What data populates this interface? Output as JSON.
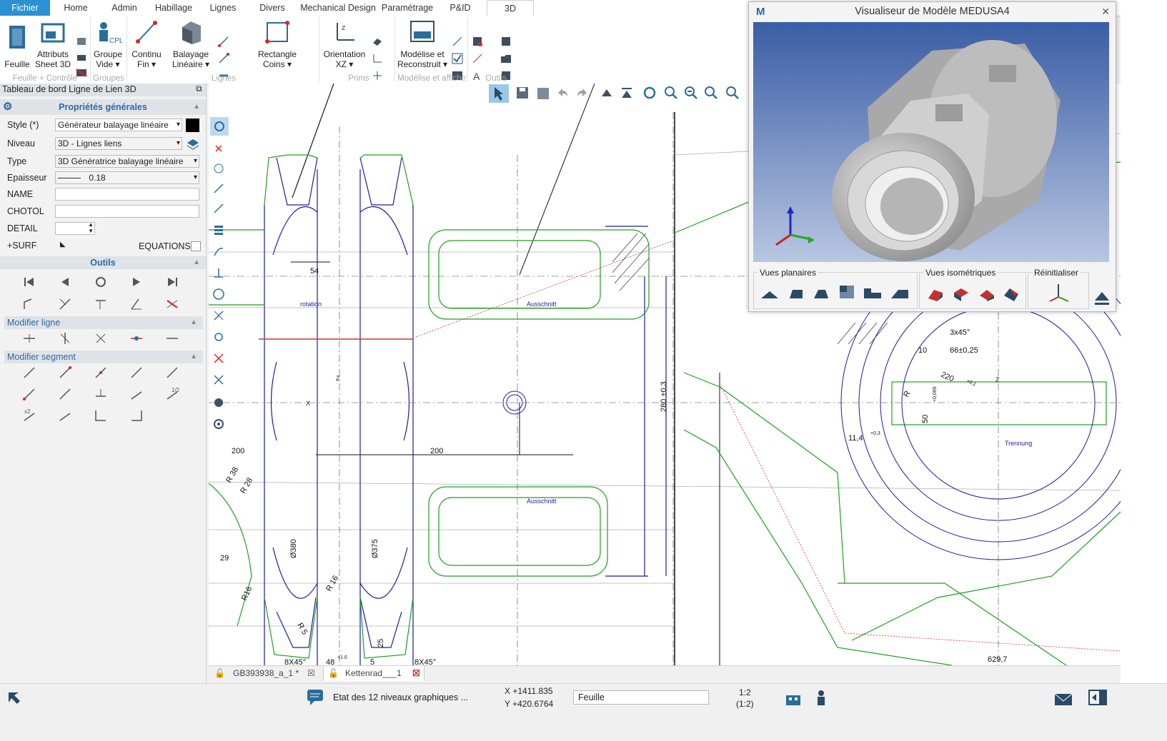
{
  "tabs": [
    {
      "label": "Fichier"
    },
    {
      "label": "Home"
    },
    {
      "label": "Admin"
    },
    {
      "label": "Habillage"
    },
    {
      "label": "Lignes"
    },
    {
      "label": "Divers"
    },
    {
      "label": "Mechanical Design"
    },
    {
      "label": "Paramétrage"
    },
    {
      "label": "P&ID"
    },
    {
      "label": "3D"
    }
  ],
  "ribbon": {
    "feuille": "Feuille",
    "attributs_l1": "Attributs",
    "attributs_l2": "Sheet 3D",
    "groupe_l1": "Groupe",
    "groupe_l2": "Vide ▾",
    "continu_l1": "Continu",
    "continu_l2": "Fin ▾",
    "balayage_l1": "Balayage",
    "balayage_l2": "Linéaire ▾",
    "rectangle_l1": "Rectangle",
    "rectangle_l2": "Coins ▾",
    "orientation_l1": "Orientation",
    "orientation_l2": "XZ ▾",
    "modelise_l1": "Modélise et",
    "modelise_l2": "Reconstruit ▾",
    "cpl": "CPL",
    "groups": {
      "feuille_controle": "Feuille + Contrôle",
      "groupes": "Groupes",
      "lignes": "Lignes",
      "prims": "Prims",
      "modelise_affiche": "Modélise et affiche",
      "outils": "Outils"
    }
  },
  "panel": {
    "title": "Tableau de bord Ligne de Lien 3D",
    "general_header": "Propriétés générales",
    "style_label": "Style (*)",
    "style_value": "Générateur balayage linéaire",
    "niveau_label": "Niveau",
    "niveau_value": "3D - Lignes liens",
    "type_label": "Type",
    "type_value": "3D Génératrice balayage linéaire",
    "epaisseur_label": "Epaisseur",
    "epaisseur_value": "0.18",
    "name_label": "NAME",
    "name_value": "",
    "chotol_label": "CHOTOL",
    "chotol_value": "",
    "detail_label": "DETAIL",
    "detail_value": "",
    "surf_label": "+SURF",
    "equations_label": "EQUATIONS",
    "outils_header": "Outils",
    "modifier_ligne": "Modifier ligne",
    "modifier_segment": "Modifier segment"
  },
  "drawing": {
    "labels": {
      "d54": "54",
      "d200a": "200",
      "d200b": "200",
      "d280": "280 ±0,3",
      "r38": "R 38",
      "r28": "R 28",
      "d29": "29",
      "d380": "Ø380",
      "d375": "Ø375",
      "r16a": "R16",
      "r16b": "R 16",
      "r5": "R 5",
      "d25": "25",
      "d5": "5",
      "d48": "48",
      "d48tol": "+1 0",
      "c8x45a": "8X45°",
      "c8x45b": "8X45°",
      "rotation": "rotation",
      "ausschnitt1": "Ausschnitt",
      "ausschnitt2": "Ausschnitt",
      "c3x45": "3x45°",
      "d10": "10",
      "d66": "66±0,25",
      "d220": "220",
      "d220tol": "+0,1",
      "r_right": "R",
      "d50": "50",
      "d50tol": "+0,069",
      "d11": "11,4",
      "d11tol": "+0,3",
      "trennung": "Trennung",
      "d629": "629,7",
      "z1": "Z",
      "z2": "Z",
      "x1": "X"
    }
  },
  "viewer": {
    "logo": "M",
    "title": "Visualiseur de Modèle MEDUSA4",
    "close": "✕",
    "planar_label": "Vues planaires",
    "iso_label": "Vues isométriques",
    "reset_label": "Réinitialiser"
  },
  "doctabs": [
    {
      "label": "GB393938_a_1 *"
    },
    {
      "label": "Kettenrad___1"
    }
  ],
  "status": {
    "message": "Etat des 12 niveaux graphiques ...",
    "x_coord": "X +1411.835",
    "y_coord": "Y +420.6764",
    "sheet_field": "Feuille",
    "scale_line1": "1:2",
    "scale_line2": "(1:2)"
  },
  "colors": {
    "ribbon_file_tab": "#2a92d3",
    "panel_header": "#2d6aa6",
    "drawing_green": "#1fa01f",
    "drawing_blue": "#1c1ca0",
    "drawing_red": "#d23030",
    "viewport_top": "#3a5da5"
  },
  "icons": [
    "arrow-select-icon",
    "save-icon",
    "undo-icon",
    "redo-icon",
    "zoom-in-icon",
    "zoom-out-icon",
    "refresh-icon",
    "gear-icon",
    "chat-icon",
    "mail-icon"
  ]
}
